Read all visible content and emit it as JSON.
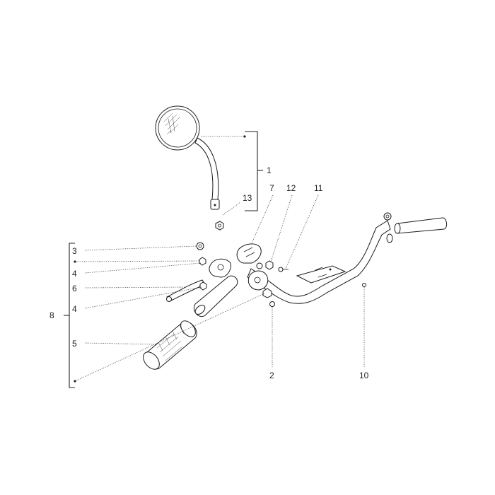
{
  "diagram": {
    "labels": {
      "l1": "1",
      "l2": "2",
      "l3": "3",
      "l4a": "4",
      "l4b": "4",
      "l5": "5",
      "l6": "6",
      "l7": "7",
      "l8": "8",
      "l10": "10",
      "l11": "11",
      "l12": "12",
      "l13": "13"
    }
  }
}
